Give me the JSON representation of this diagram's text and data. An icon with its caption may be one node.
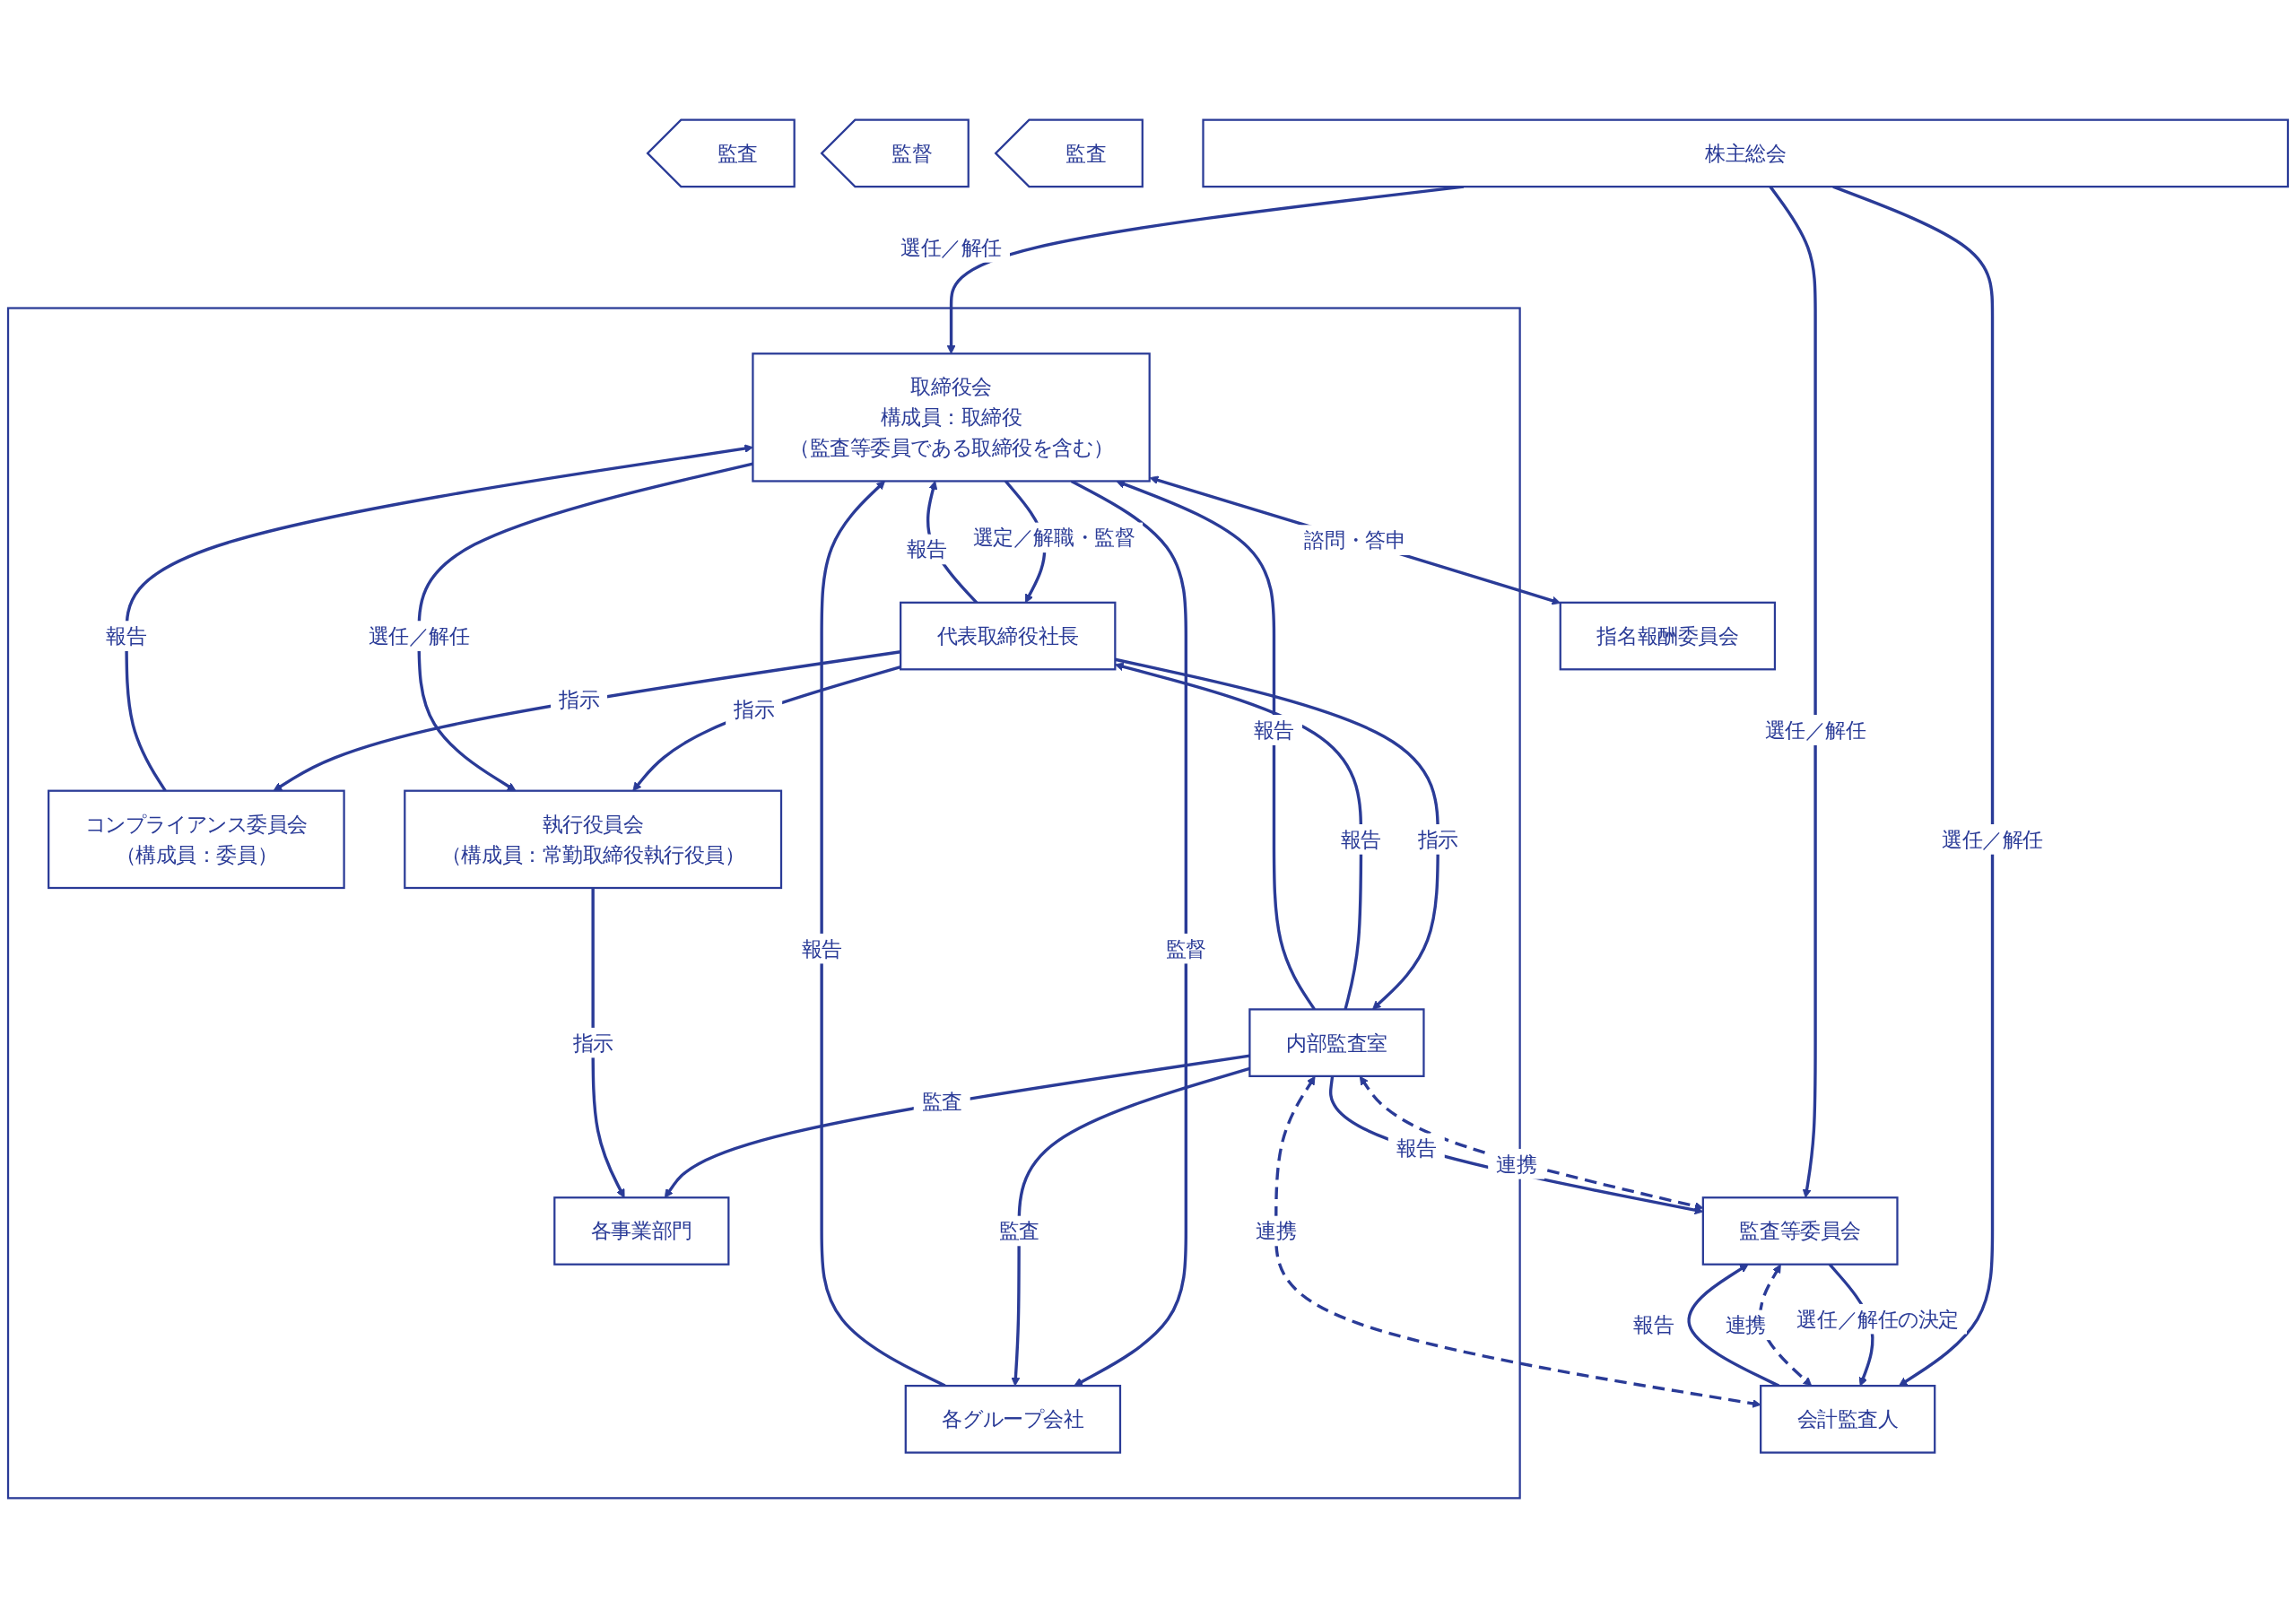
{
  "diagram": {
    "nodes": [
      {
        "text": [
          "株主総会"
        ]
      },
      {
        "text": [],
        "shape": "box"
      },
      {
        "text": [
          "代表取締役社長"
        ],
        "in": 1
      },
      {
        "text": [
          "取締役会",
          "構成員：取締役",
          "（監査等委員である取締役を含む）"
        ],
        "in": 1
      },
      {
        "text": [
          "指名報酬委員会"
        ]
      },
      {
        "text": [
          "監査"
        ]
      },
      {
        "text": [
          "監督"
        ]
      },
      {
        "text": [
          "監査等委員会"
        ]
      },
      {
        "text": [
          "内部監査室"
        ],
        "in": 1
      },
      {
        "text": [
          "コンプライアンス委員会",
          "（構成員：委員）"
        ],
        "in": 1
      },
      {
        "text": [
          "執行役員会",
          "（構成員：常勤取締役執行役員）"
        ],
        "in": 1
      },
      {
        "text": [
          "会計監査人"
        ]
      },
      {
        "text": [
          "監査"
        ]
      },
      {
        "text": [
          "各事業部門"
        ],
        "in": 1
      },
      {
        "text": [
          "各グループ会社"
        ],
        "in": 1
      }
    ],
    "edges": [
      {
        "from": 0,
        "to": 3,
        "label": "選任／解任",
        "arrow": "to"
      },
      {
        "from": 0,
        "to": 7,
        "label": "選任／解任",
        "arrow": "to"
      },
      {
        "from": 0,
        "to": 11,
        "label": "選任／解任",
        "arrow": "to"
      },
      {
        "from": 3,
        "to": 2,
        "label": "選定／解職・監督",
        "arrow": "to"
      },
      {
        "from": 2,
        "to": 3,
        "label": "報告",
        "arrow": "to"
      },
      {
        "from": 3,
        "to": 4,
        "label": "諮問・答申",
        "arrow": "both"
      },
      {
        "from": 2,
        "to": 8,
        "label": "指示",
        "arrow": "to"
      },
      {
        "from": 8,
        "to": 2,
        "label": "報告",
        "arrow": "to"
      },
      {
        "from": 2,
        "to": 9,
        "label": "指示",
        "arrow": "to"
      },
      {
        "from": 2,
        "to": 10,
        "label": "指示",
        "arrow": "to"
      },
      {
        "from": 9,
        "to": 3,
        "label": "報告",
        "arrow": "to"
      },
      {
        "from": 8,
        "to": 3,
        "label": "報告",
        "arrow": "to"
      },
      {
        "from": 8,
        "to": 7,
        "label": "連携",
        "arrow": "both",
        "style": "dashed"
      },
      {
        "from": 8,
        "to": 7,
        "label": "報告",
        "arrow": "to"
      },
      {
        "from": 3,
        "to": 10,
        "label": "選任／解任",
        "arrow": "to"
      },
      {
        "from": 14,
        "to": 3,
        "label": "報告",
        "arrow": "to"
      },
      {
        "from": 3,
        "to": 14,
        "label": "監督",
        "arrow": "to"
      },
      {
        "from": 7,
        "to": 11,
        "label": "選任／解任の決定",
        "arrow": "to"
      },
      {
        "from": 11,
        "to": 7,
        "label": "報告",
        "arrow": "to"
      },
      {
        "from": 7,
        "to": 11,
        "label": "連携",
        "arrow": "both",
        "style": "dashed"
      },
      {
        "from": 8,
        "to": 14,
        "label": "監査",
        "arrow": "to"
      },
      {
        "from": 8,
        "to": 13,
        "label": "監査",
        "arrow": "to"
      },
      {
        "from": 10,
        "to": 13,
        "label": "指示",
        "arrow": "to"
      },
      {
        "from": 8,
        "to": 11,
        "label": "連携",
        "arrow": "both",
        "style": "dashed"
      }
    ]
  }
}
